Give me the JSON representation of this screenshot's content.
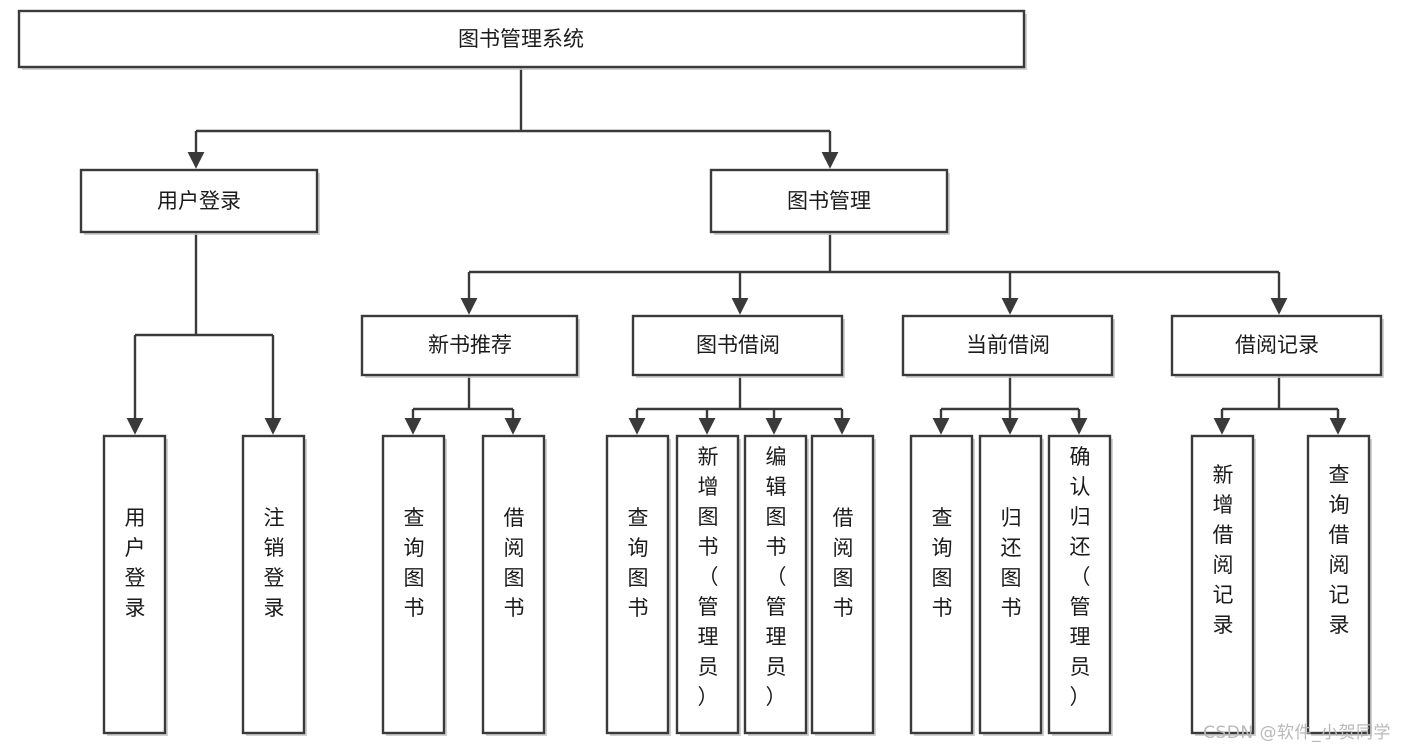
{
  "diagram": {
    "title": "图书管理系统",
    "type": "tree-hierarchy-diagram",
    "watermark": "CSDN @软件_小贺同学",
    "colors": {
      "box_stroke": "#3a3a3a",
      "box_fill": "#ffffff",
      "edge": "#3a3a3a",
      "text": "#1b1b1b",
      "watermark": "#b9b9b9",
      "background": "#ffffff"
    },
    "levels": {
      "root": {
        "label": "图书管理系统",
        "orientation": "horizontal"
      },
      "level2": [
        {
          "label": "用户登录",
          "orientation": "horizontal"
        },
        {
          "label": "图书管理",
          "orientation": "horizontal"
        }
      ],
      "level3": [
        {
          "label": "新书推荐",
          "orientation": "horizontal"
        },
        {
          "label": "图书借阅",
          "orientation": "horizontal"
        },
        {
          "label": "当前借阅",
          "orientation": "horizontal"
        },
        {
          "label": "借阅记录",
          "orientation": "horizontal"
        }
      ],
      "leaves": [
        {
          "label": "用户登录",
          "orientation": "vertical",
          "parent": "用户登录"
        },
        {
          "label": "注销登录",
          "orientation": "vertical",
          "parent": "用户登录"
        },
        {
          "label": "查询图书",
          "orientation": "vertical",
          "parent": "新书推荐"
        },
        {
          "label": "借阅图书",
          "orientation": "vertical",
          "parent": "新书推荐"
        },
        {
          "label": "查询图书",
          "orientation": "vertical",
          "parent": "图书借阅"
        },
        {
          "label": "新增图书（管理员）",
          "orientation": "vertical",
          "parent": "图书借阅"
        },
        {
          "label": "编辑图书（管理员）",
          "orientation": "vertical",
          "parent": "图书借阅"
        },
        {
          "label": "借阅图书",
          "orientation": "vertical",
          "parent": "图书借阅"
        },
        {
          "label": "查询图书",
          "orientation": "vertical",
          "parent": "当前借阅"
        },
        {
          "label": "归还图书",
          "orientation": "vertical",
          "parent": "当前借阅"
        },
        {
          "label": "确认归还（管理员）",
          "orientation": "vertical",
          "parent": "当前借阅"
        },
        {
          "label": "新增借阅记录",
          "orientation": "vertical",
          "parent": "借阅记录"
        },
        {
          "label": "查询借阅记录",
          "orientation": "vertical",
          "parent": "借阅记录"
        }
      ]
    }
  }
}
